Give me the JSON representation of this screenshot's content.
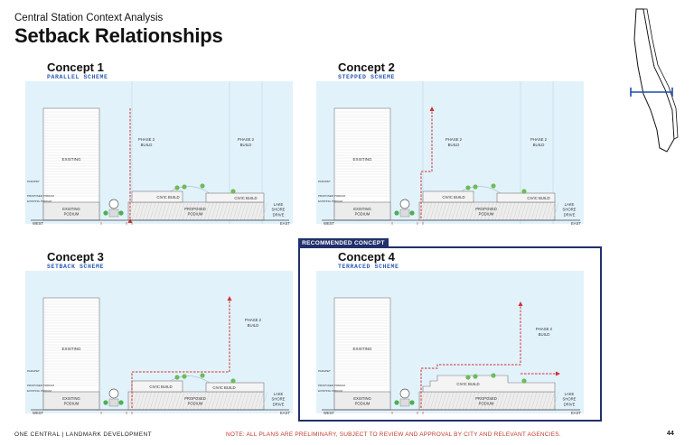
{
  "header": {
    "subtitle": "Central Station Context Analysis",
    "title": "Setback Relationships"
  },
  "labels": {
    "existing": "EXISTING",
    "existing_podium": [
      "EXISTING",
      "PODIUM"
    ],
    "proposed_podium": [
      "PROPOSED",
      "PODIUM"
    ],
    "civic_build": "CIVIC BUILD",
    "phase2_build": [
      "PHASE 2",
      "BUILD"
    ],
    "lake_shore": [
      "LAKE",
      "SHORE",
      "DRIVE"
    ],
    "west": "WEST",
    "east": "EAST",
    "parapet": "PARAPET",
    "proposed_podium_small": "PROPOSED PODIUM",
    "existing_podium_small": "EXISTING PODIUM"
  },
  "concepts": [
    {
      "title": "Concept 1",
      "scheme": "PARALLEL SCHEME"
    },
    {
      "title": "Concept 2",
      "scheme": "STEPPED SCHEME"
    },
    {
      "title": "Concept 3",
      "scheme": "SETBACK SCHEME"
    },
    {
      "title": "Concept 4",
      "scheme": "TERRACED SCHEME"
    }
  ],
  "recommended_label": "RECOMMENDED CONCEPT",
  "footer": {
    "left": "ONE CENTRAL  |  LANDMARK DEVELOPMENT",
    "note": "NOTE: ALL PLANS ARE PRELIMINARY, SUBJECT TO REVIEW AND APPROVAL BY CITY AND RELEVANT AGENCIES.",
    "page": "44"
  },
  "colors": {
    "accent_navy": "#22306b",
    "line_red": "#d32f2f",
    "scheme_blue": "#2a5bb5",
    "sky": "#e2f2fb"
  }
}
